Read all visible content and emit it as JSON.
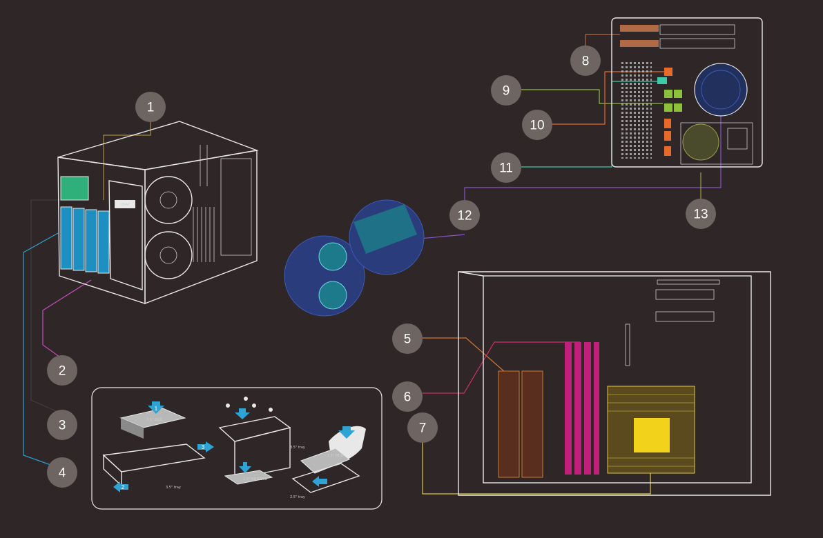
{
  "callouts": [
    {
      "n": "1",
      "color": "#a9893f"
    },
    {
      "n": "2",
      "color": "#c44fb5"
    },
    {
      "n": "3",
      "color": "#3f3f3f"
    },
    {
      "n": "4",
      "color": "#2fa4d4"
    },
    {
      "n": "5",
      "color": "#d07a30"
    },
    {
      "n": "6",
      "color": "#d0306e"
    },
    {
      "n": "7",
      "color": "#e3c83a"
    },
    {
      "n": "8",
      "color": "#b06a45"
    },
    {
      "n": "9",
      "color": "#8ec13a"
    },
    {
      "n": "10",
      "color": "#e86a2a"
    },
    {
      "n": "11",
      "color": "#3ec9a9"
    },
    {
      "n": "12",
      "color": "#8a55c8"
    },
    {
      "n": "13",
      "color": "#9aa34a"
    }
  ],
  "tray_labels": {
    "hdd35_top": "3.5\" HDD",
    "tray35_left": "3.5\" tray",
    "tray35_mid": "3.5\" tray",
    "hdd25_ssd": "2.5\" HDD/SSD",
    "hdd25_right": "2.5\" HDD",
    "tray25": "2.5\" tray"
  },
  "steps": [
    "1",
    "2",
    "3"
  ],
  "brand_badge": "QNAP"
}
